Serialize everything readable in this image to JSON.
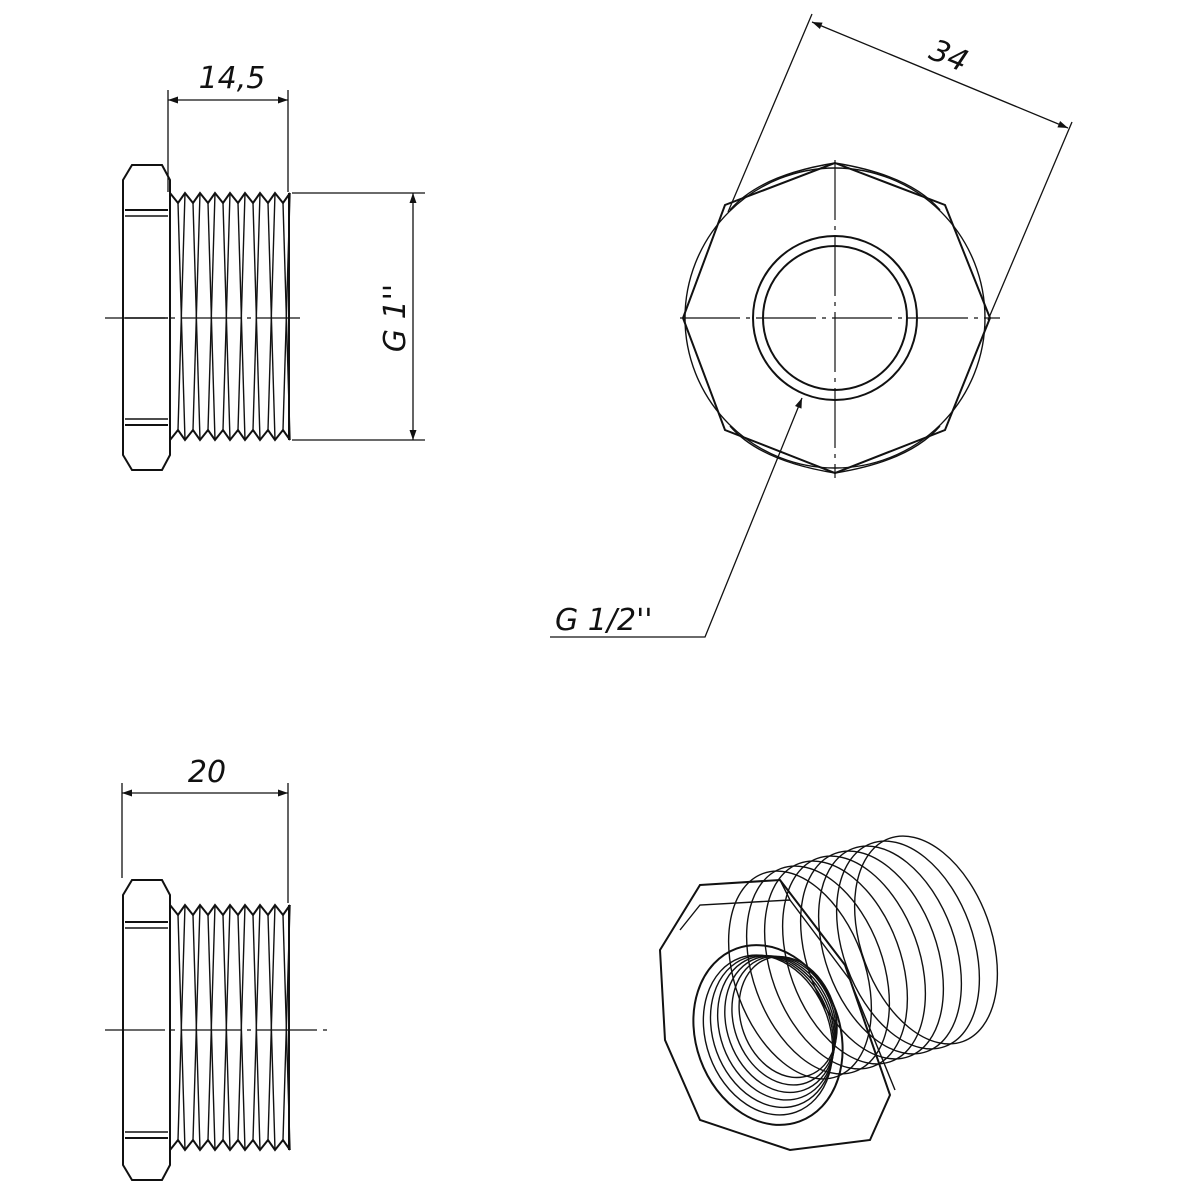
{
  "drawing": {
    "dimensions": {
      "thread_length_top": "14,5",
      "overall_length": "20",
      "across_flats": "34",
      "outer_thread": "G 1''",
      "inner_thread": "G 1/2''"
    },
    "views": [
      "side-view-top",
      "front-view",
      "side-view-bottom",
      "isometric-view"
    ],
    "line_color": "#111111"
  }
}
